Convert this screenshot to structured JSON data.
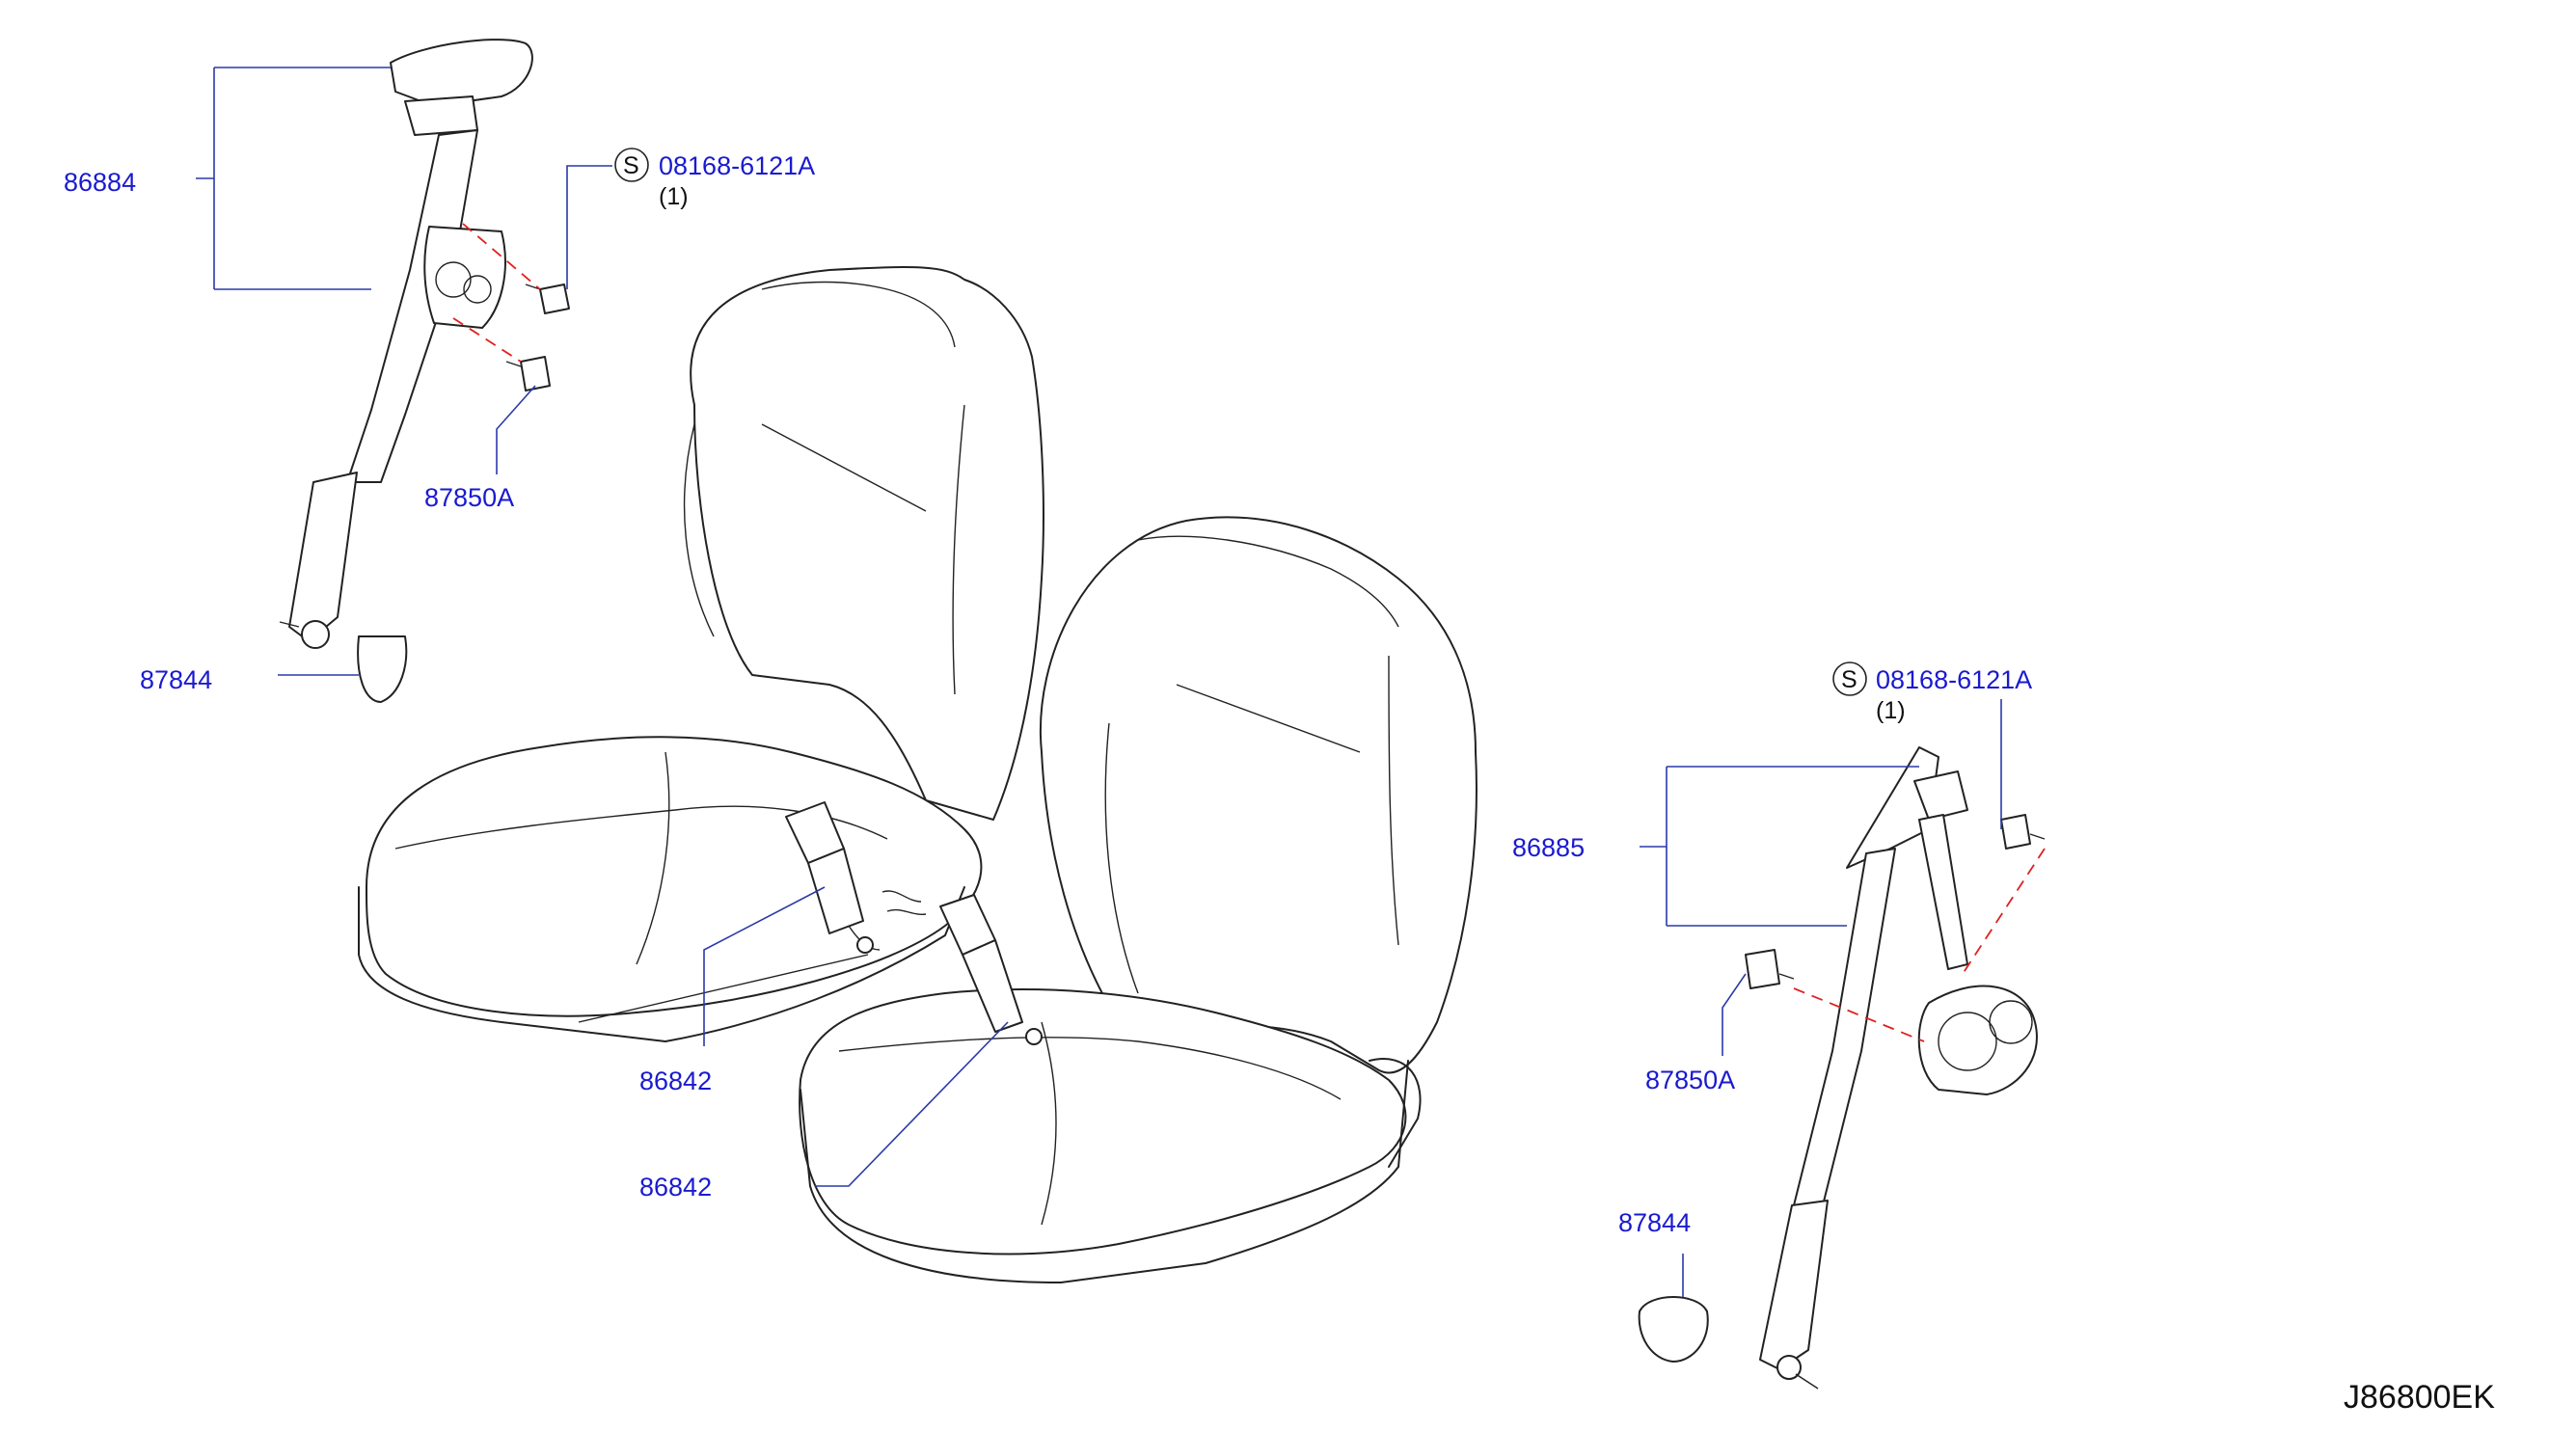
{
  "diagram_code": "J86800EK",
  "parts": {
    "p86884": "86884",
    "screw_left": "08168-6121A",
    "screw_left_qty": "(1)",
    "bolt_left": "87850A",
    "cover_left": "87844",
    "buckle_a": "86842",
    "buckle_b": "86842",
    "screw_right": "08168-6121A",
    "screw_right_qty": "(1)",
    "p86885": "86885",
    "bolt_right": "87850A",
    "cover_right": "87844"
  },
  "symbols": {
    "standard_part_mark": "S"
  }
}
